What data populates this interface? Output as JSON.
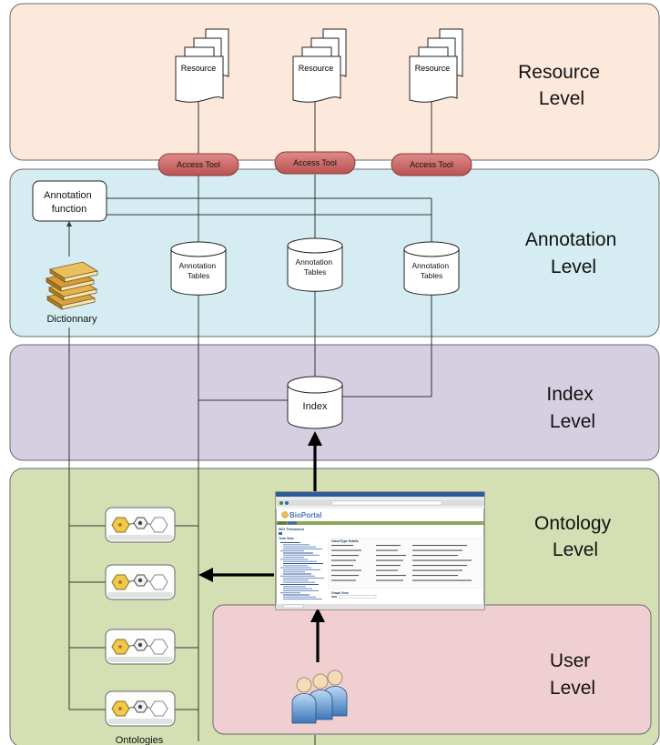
{
  "levels": {
    "resource": {
      "line1": "Resource",
      "line2": "Level",
      "fill": "#fde9dc"
    },
    "annotation": {
      "line1": "Annotation",
      "line2": "Level",
      "fill": "#d5ecf2"
    },
    "index": {
      "line1": "Index",
      "line2": "Level",
      "fill": "#d6cfe2"
    },
    "ontology": {
      "line1": "Ontology",
      "line2": "Level",
      "fill": "#d4e0b4"
    },
    "user": {
      "line1": "User",
      "line2": "Level",
      "fill": "#f0cfd3"
    }
  },
  "resources": [
    {
      "label": "Resource"
    },
    {
      "label": "Resource"
    },
    {
      "label": "Resource"
    }
  ],
  "access_tools": [
    {
      "label": "Access Tool"
    },
    {
      "label": "Access Tool"
    },
    {
      "label": "Access Tool"
    }
  ],
  "annotation_tables": [
    {
      "line1": "Annotation",
      "line2": "Tables"
    },
    {
      "line1": "Annotation",
      "line2": "Tables"
    },
    {
      "line1": "Annotation",
      "line2": "Tables"
    }
  ],
  "annotation_function": {
    "line1": "Annotation",
    "line2": "function"
  },
  "dictionary": {
    "label": "Dictionnary"
  },
  "index_db": {
    "label": "Index"
  },
  "ontologies": {
    "label": "Ontologies",
    "count": 4
  },
  "bioportal": {
    "logo": "BioPortal",
    "concept": "NCI Thesaurus",
    "panel_title": "Class/Type Details",
    "tree_title": "Term View",
    "graph_title": "Graph View"
  },
  "colors": {
    "access_tool": "#c96a6a",
    "arrow": "#000000",
    "line": "#333333"
  }
}
